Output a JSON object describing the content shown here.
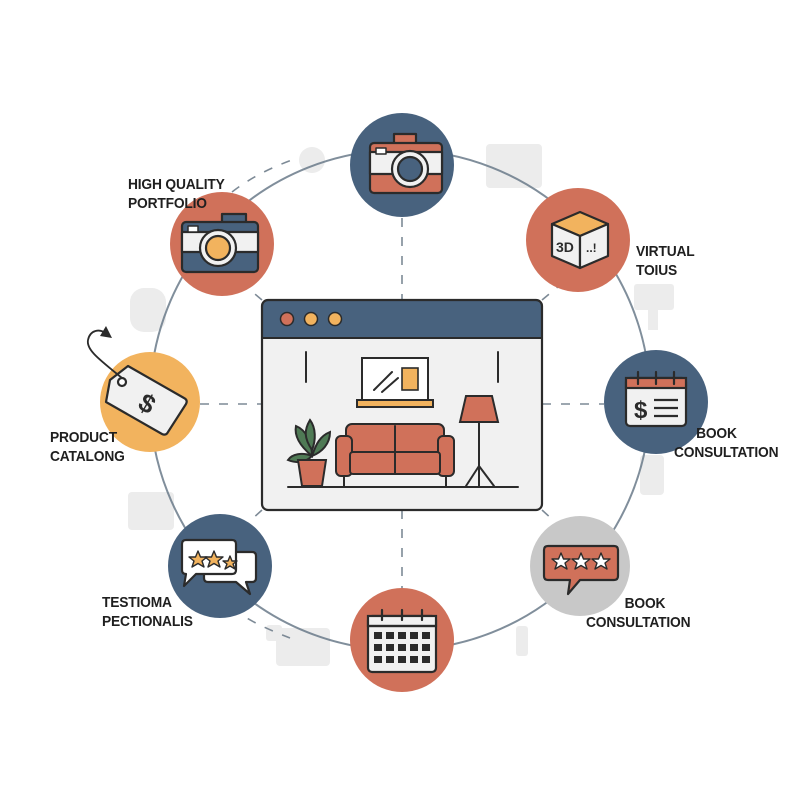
{
  "colors": {
    "navy": "#48627e",
    "terracotta": "#d0715a",
    "mustard": "#f2b35e",
    "grey": "#c8c8c8",
    "ink": "#2b2b2b",
    "cream": "#f1f1f1",
    "sofa": "#d0715a",
    "plant": "#4f7a55"
  },
  "labels": {
    "portfolio": [
      "HIGH QUALITY",
      "PORTFOLIO"
    ],
    "virtual_tours": [
      "VIRTUAL",
      "TOIUS"
    ],
    "product_catalog": [
      "PRODUCT",
      "CATALONG"
    ],
    "book_consultation_right": [
      "BOOK",
      "CONSULTATION"
    ],
    "testimonials": [
      "TESTIOMA",
      "PECTIONALIS"
    ],
    "book_consultation_bottom": [
      "BOOK",
      "CONSULTATION"
    ]
  },
  "icon_text": {
    "cube": "3D",
    "tag": "$"
  },
  "nodes": [
    {
      "id": "camera-top",
      "icon": "camera-icon",
      "color": "navy"
    },
    {
      "id": "cube-3d",
      "icon": "cube-3d-icon",
      "color": "terracotta"
    },
    {
      "id": "calendar-dollar",
      "icon": "calendar-dollar-icon",
      "color": "navy"
    },
    {
      "id": "review-bubble",
      "icon": "review-bubble-icon",
      "color": "grey"
    },
    {
      "id": "calendar-bottom",
      "icon": "calendar-icon",
      "color": "terracotta"
    },
    {
      "id": "chat-stars",
      "icon": "chat-stars-icon",
      "color": "navy"
    },
    {
      "id": "price-tag",
      "icon": "price-tag-icon",
      "color": "mustard"
    },
    {
      "id": "camera-left",
      "icon": "camera-icon",
      "color": "terracotta"
    }
  ]
}
